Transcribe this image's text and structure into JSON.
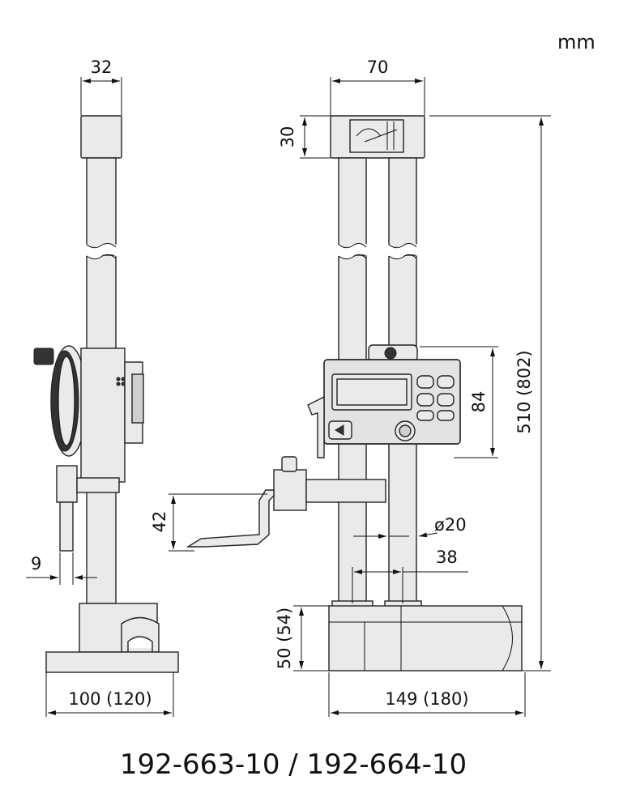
{
  "unit": "mm",
  "model": "192-663-10 / 192-664-10",
  "dimensions": {
    "side_top_width": "32",
    "front_top_width": "70",
    "top_block_height": "30",
    "total_height": "510 (802)",
    "head_height": "84",
    "scriber_height": "42",
    "column_diameter": "ø20",
    "column_spacing": "38",
    "probe_offset": "9",
    "base_height": "50 (54)",
    "side_base_width": "100 (120)",
    "front_base_width": "149 (180)"
  }
}
